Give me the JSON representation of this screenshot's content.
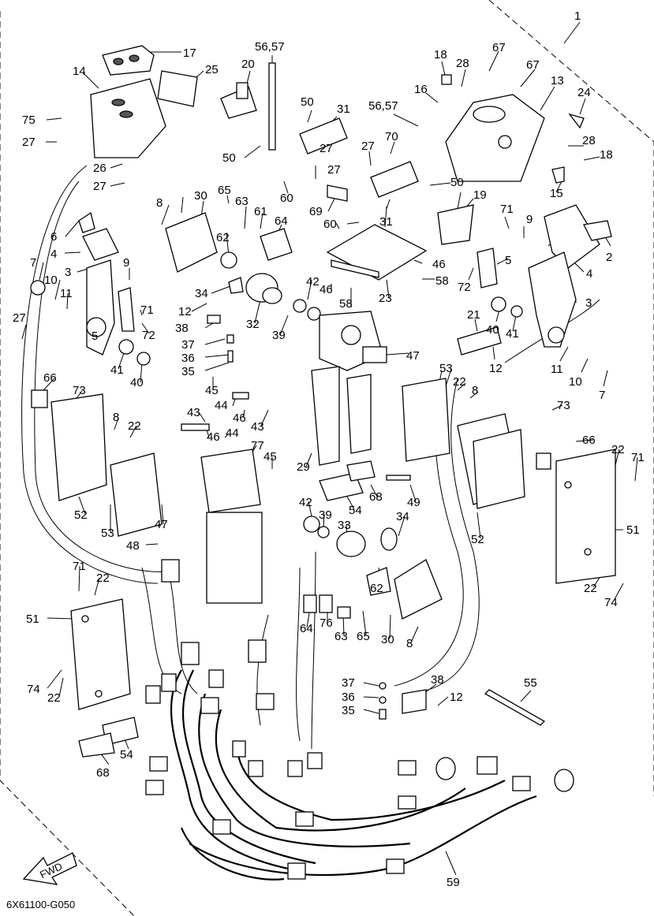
{
  "diagram_code": "6X61100-G050",
  "fwd_label": "FWD",
  "callouts": [
    "1",
    "17",
    "25",
    "14",
    "56,57",
    "20",
    "75",
    "27",
    "26",
    "27",
    "50",
    "31",
    "56,57",
    "18",
    "28",
    "67",
    "67",
    "13",
    "16",
    "24",
    "28",
    "18",
    "70",
    "27",
    "27",
    "27",
    "50",
    "60",
    "8",
    "30",
    "65",
    "63",
    "61",
    "64",
    "62",
    "6",
    "4",
    "3",
    "7",
    "10",
    "11",
    "9",
    "34",
    "12",
    "71",
    "38",
    "37",
    "36",
    "35",
    "72",
    "5",
    "41",
    "40",
    "27",
    "42",
    "46",
    "58",
    "32",
    "39",
    "23",
    "46",
    "58",
    "72",
    "5",
    "60",
    "69",
    "31",
    "19",
    "15",
    "50",
    "71",
    "9",
    "2",
    "4",
    "3",
    "40",
    "41",
    "21",
    "11",
    "10",
    "7",
    "12",
    "45",
    "47",
    "53",
    "22",
    "8",
    "66",
    "73",
    "8",
    "22",
    "44",
    "46",
    "43",
    "43",
    "46",
    "44",
    "77",
    "45",
    "29",
    "73",
    "66",
    "22",
    "71",
    "52",
    "53",
    "47",
    "48",
    "54",
    "68",
    "49",
    "42",
    "39",
    "33",
    "34",
    "52",
    "51",
    "71",
    "22",
    "51",
    "62",
    "64",
    "76",
    "63",
    "65",
    "30",
    "8",
    "74",
    "22",
    "37",
    "38",
    "36",
    "12",
    "35",
    "55",
    "54",
    "68",
    "59",
    "22",
    "74"
  ]
}
